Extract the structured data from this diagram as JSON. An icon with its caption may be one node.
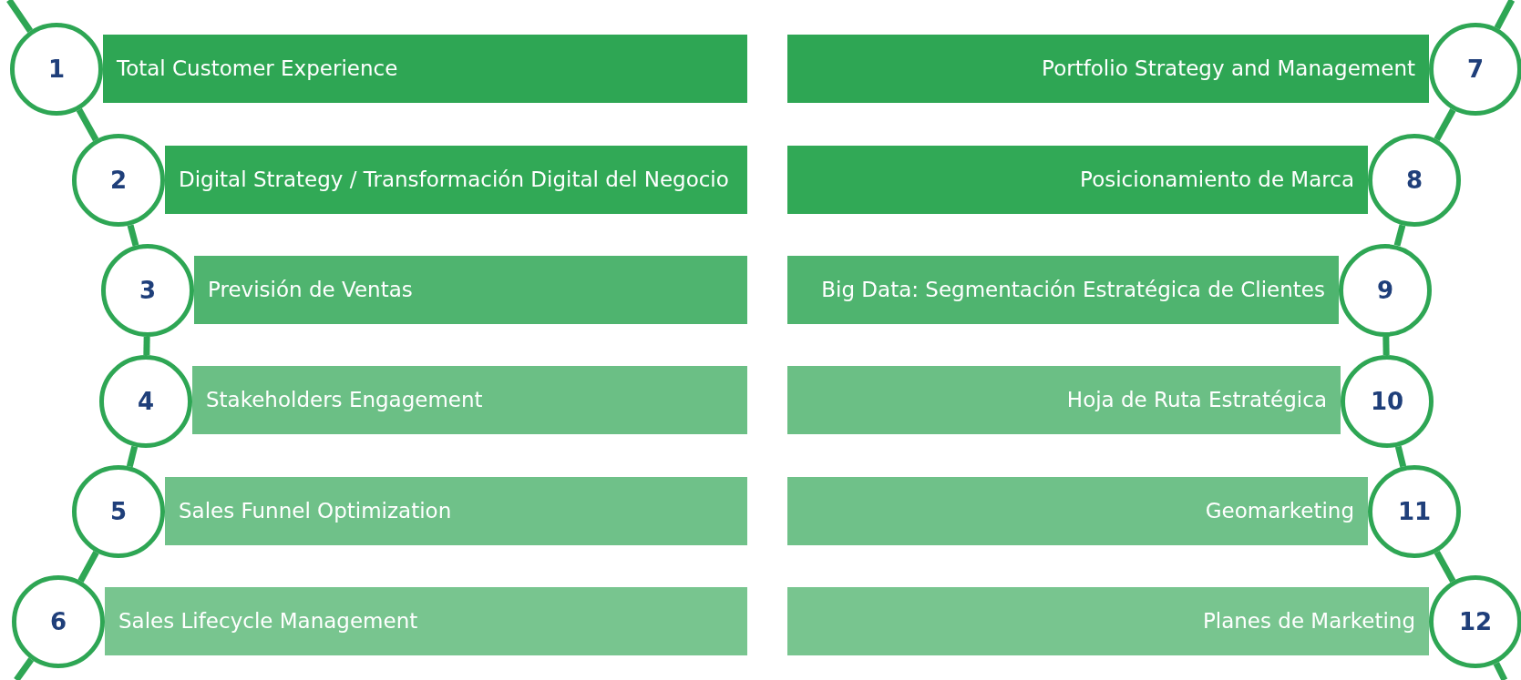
{
  "diagram": {
    "nodes": [
      {
        "text": [
          "1"
        ]
      },
      {
        "text": [
          "Total Customer Experience"
        ]
      },
      {
        "text": [
          "2"
        ]
      },
      {
        "text": [
          "Digital Strategy / Transformación Digital del Negocio"
        ]
      },
      {
        "text": [
          "3"
        ]
      },
      {
        "text": [
          "Previsión de Ventas"
        ]
      },
      {
        "text": [
          "4"
        ]
      },
      {
        "text": [
          "Stakeholders Engagement"
        ]
      },
      {
        "text": [
          "5"
        ]
      },
      {
        "text": [
          "Sales Funnel Optimization"
        ]
      },
      {
        "text": [
          "6"
        ]
      },
      {
        "text": [
          "Sales Lifecycle Management"
        ]
      },
      {
        "text": [
          "7"
        ]
      },
      {
        "text": [
          "Portfolio Strategy and Management"
        ]
      },
      {
        "text": [
          "8"
        ]
      },
      {
        "text": [
          "Posicionamiento de Marca"
        ]
      },
      {
        "text": [
          "9"
        ]
      },
      {
        "text": [
          "Big Data: Segmentación Estratégica de Clientes"
        ]
      },
      {
        "text": [
          "10"
        ]
      },
      {
        "text": [
          "Hoja de Ruta Estratégica"
        ]
      },
      {
        "text": [
          "11"
        ]
      },
      {
        "text": [
          "Geomarketing"
        ]
      },
      {
        "text": [
          "12"
        ]
      },
      {
        "text": [
          "Planes de Marketing"
        ]
      }
    ],
    "edges": [
      {
        "from": null,
        "to": 0,
        "arrow": "none"
      },
      {
        "from": 0,
        "to": 2,
        "arrow": "none"
      },
      {
        "from": 2,
        "to": 4,
        "arrow": "none"
      },
      {
        "from": 4,
        "to": 6,
        "arrow": "none"
      },
      {
        "from": 6,
        "to": 8,
        "arrow": "none"
      },
      {
        "from": 8,
        "to": 10,
        "arrow": "none"
      },
      {
        "from": 10,
        "to": null,
        "arrow": "none"
      },
      {
        "from": null,
        "to": 12,
        "arrow": "none"
      },
      {
        "from": 12,
        "to": 14,
        "arrow": "none"
      },
      {
        "from": 14,
        "to": 16,
        "arrow": "none"
      },
      {
        "from": 16,
        "to": 18,
        "arrow": "none"
      },
      {
        "from": 18,
        "to": 20,
        "arrow": "none"
      },
      {
        "from": 20,
        "to": 22,
        "arrow": "none"
      },
      {
        "from": 22,
        "to": null,
        "arrow": "none"
      }
    ]
  }
}
